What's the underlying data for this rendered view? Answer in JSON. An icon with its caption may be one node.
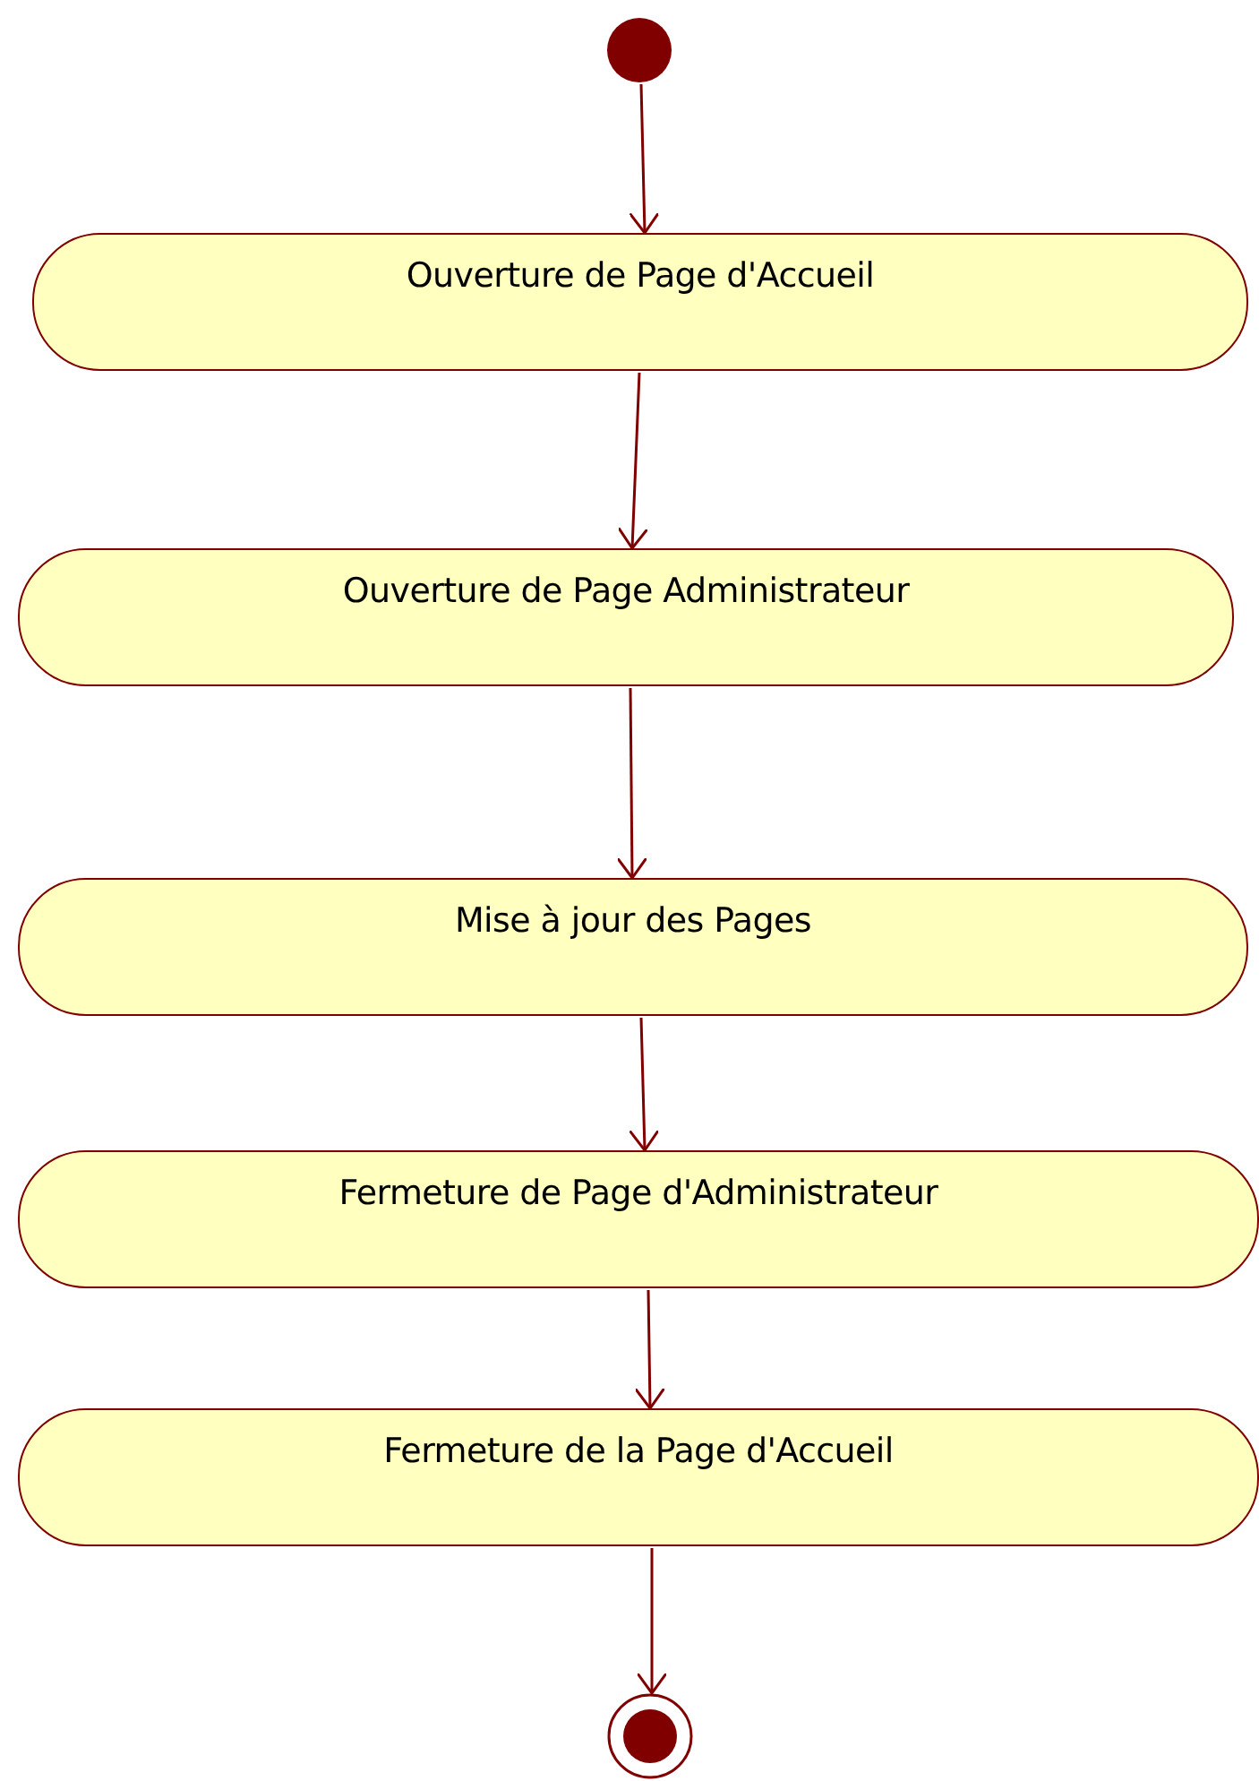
{
  "diagram": {
    "nodes": [
      {
        "text": [],
        "shape": "circle"
      },
      {
        "text": [
          "Ouverture de Page d'Accueil"
        ]
      },
      {
        "text": [
          "Ouverture de Page Administrateur"
        ]
      },
      {
        "text": [
          "Mise à jour des Pages"
        ]
      },
      {
        "text": [
          "Fermeture de Page d'Administrateur"
        ]
      },
      {
        "text": [
          "Fermeture de la Page d'Accueil"
        ]
      },
      {
        "text": [],
        "shape": "bullseye"
      }
    ],
    "edges": [
      {
        "from": 0,
        "to": 1,
        "arrow": "to"
      },
      {
        "from": 1,
        "to": 2,
        "arrow": "to"
      },
      {
        "from": 2,
        "to": 3,
        "arrow": "to"
      },
      {
        "from": 3,
        "to": 4,
        "arrow": "to"
      },
      {
        "from": 4,
        "to": 5,
        "arrow": "to"
      },
      {
        "from": 5,
        "to": 6,
        "arrow": "to"
      }
    ]
  }
}
